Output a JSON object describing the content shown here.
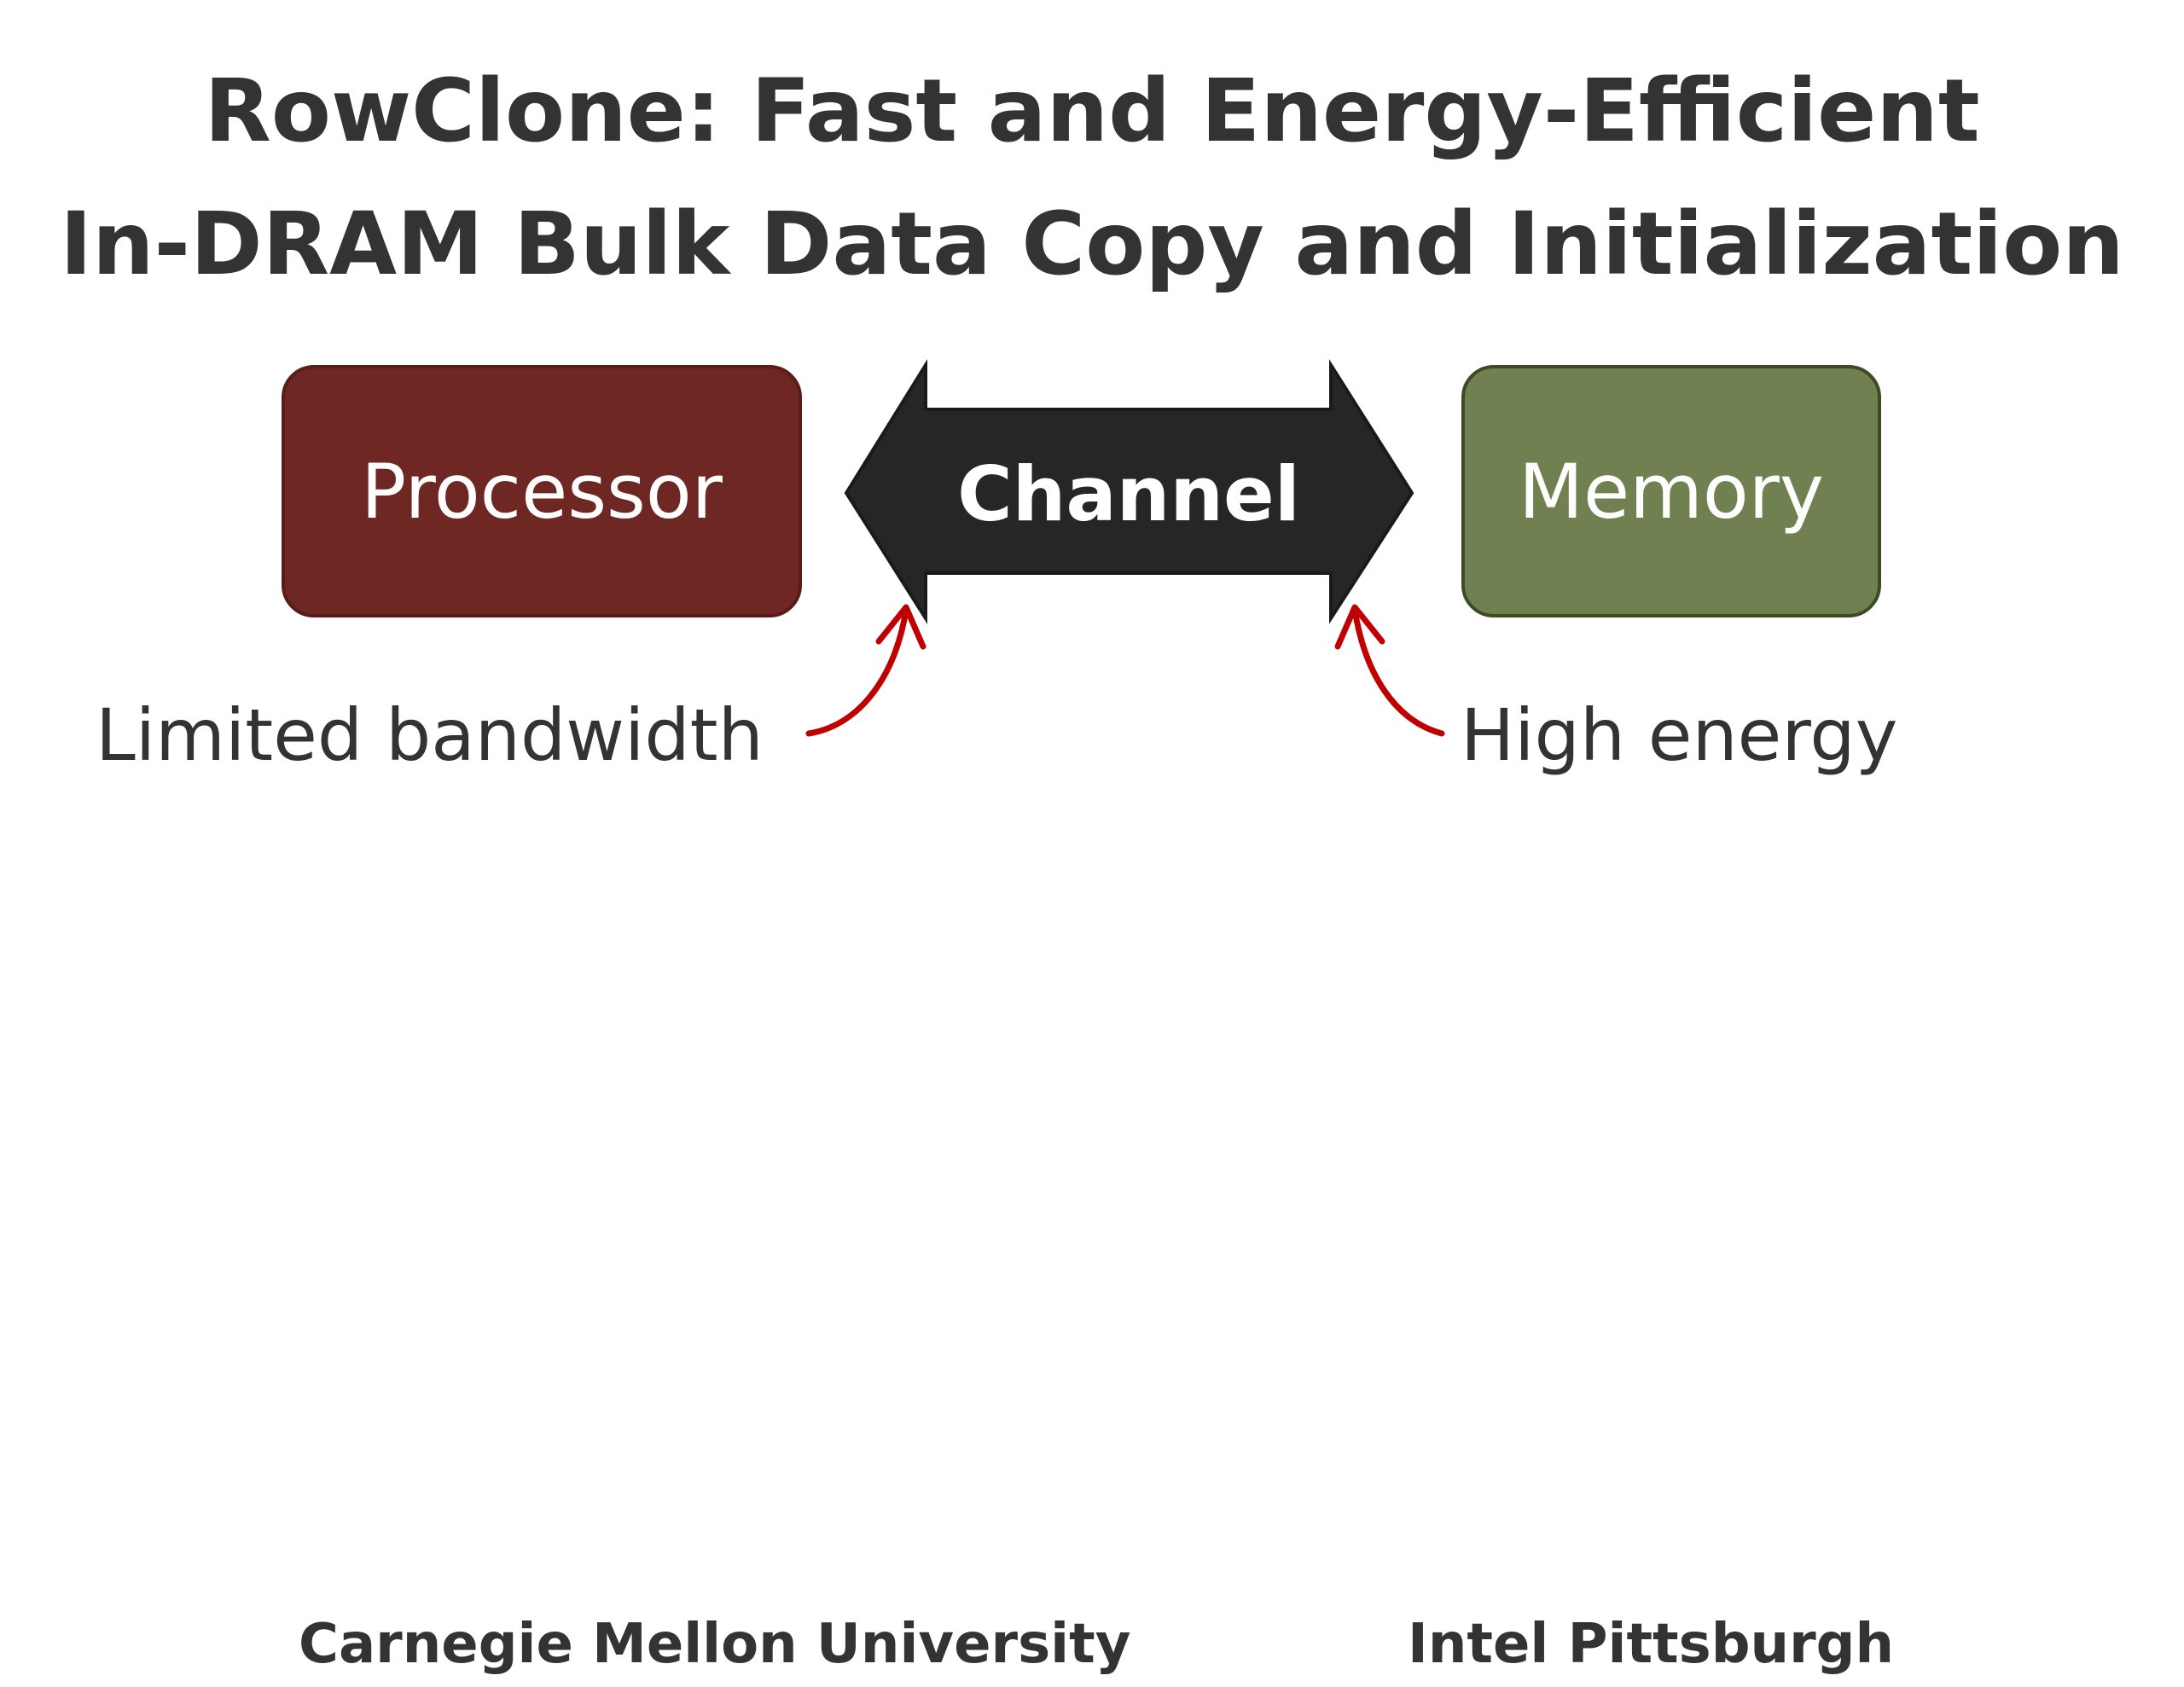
{
  "title": {
    "line1": "RowClone: Fast and Energy-Efficient",
    "line2": "In-DRAM Bulk Data Copy and Initialization"
  },
  "diagram": {
    "processor_label": "Processor",
    "channel_label": "Channel",
    "memory_label": "Memory",
    "left_annotation": "Limited bandwidth",
    "right_annotation": "High energy",
    "colors": {
      "processor": "#6e2722",
      "channel": "#262626",
      "memory": "#718050",
      "annotation_arrow": "#c00000"
    }
  },
  "affiliations": {
    "left": "Carnegie Mellon University",
    "right": "Intel Pittsburgh"
  }
}
